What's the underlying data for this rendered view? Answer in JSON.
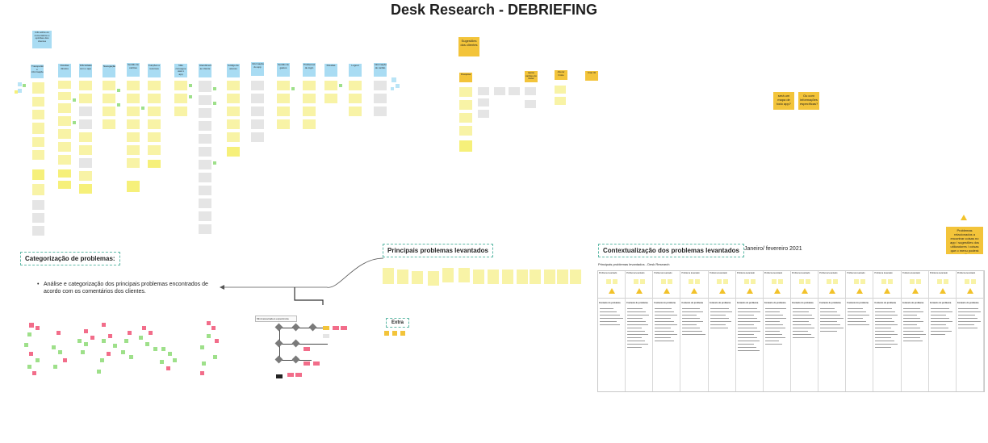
{
  "page_title": "Desk Research - DEBRIEFING",
  "top_blue_note": "Info sobre os comentários e opiniões dos clientes",
  "blue_headers": [
    "Transparência e informações",
    "Dúvidas direitos",
    "Dificuldades com o app",
    "Navegação",
    "Gestão de cartões",
    "Funções e recursos",
    "Não consegue usar o app",
    "Atendimento ao cliente",
    "Código de acesso",
    "Informações do app",
    "Gestão de gastos",
    "Problemas de login",
    "Dúvidas",
    "Logout",
    "Informações do cartão"
  ],
  "suggestions_note": "Sugestões dos clientes",
  "suggestion_headers": [
    "Pesquisa",
    "Ajuste cartões do titular",
    "Alterar limite",
    "Criar ID"
  ],
  "orange_notes": [
    "será um mapa de todo app?",
    "Ou com informações específicas?"
  ],
  "warning_note": "Problemas relacionados a encontrar coisas no app / sugestões dos utilizadores / coisas que o menu poderá auxiliar",
  "categorization": {
    "heading": "Categorização de problemas:",
    "bullet": "Análise e categorização dos principais problemas encontrados de acordo com os comentários dos clientes."
  },
  "main_problems": {
    "heading": "Principais problemas levantados",
    "flow_label": "Mind associada à experiência",
    "extra_label": "Extra"
  },
  "context": {
    "heading": "Contextualização dos problemas levantados",
    "date": "Janeiro/ fevereiro 2021",
    "table_caption": "Principais problemas levantados - Desk Research",
    "column_header": "Problema levantado",
    "row_label": "Contexto do problema",
    "columns": 14
  }
}
